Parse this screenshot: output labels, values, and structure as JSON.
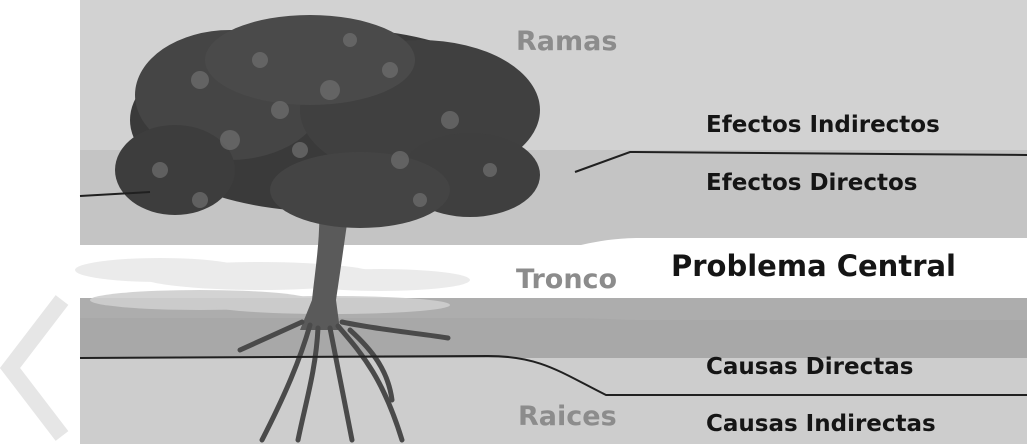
{
  "diagram": {
    "zones": {
      "branches_label": "Ramas",
      "trunk_label": "Tronco",
      "roots_label": "Raices"
    },
    "effects": {
      "indirect": "Efectos Indirectos",
      "direct": "Efectos Directos"
    },
    "central_problem": "Problema Central",
    "causes": {
      "direct": "Causas Directas",
      "indirect": "Causas Indirectas"
    }
  },
  "colors": {
    "sky_band": "#d2d2d2",
    "effects_band": "#c4c4c4",
    "central_band": "#ffffff",
    "ground_band": "#adadad",
    "roots_band": "#9e9e9e",
    "foliage_dark": "#3a3a3a",
    "foliage_light": "#6e6e6e",
    "trunk": "#5a5a5a",
    "line": "#202020",
    "nav_arrow": "#e6e6e6"
  },
  "icons": {
    "nav": "chevron-left-icon"
  }
}
